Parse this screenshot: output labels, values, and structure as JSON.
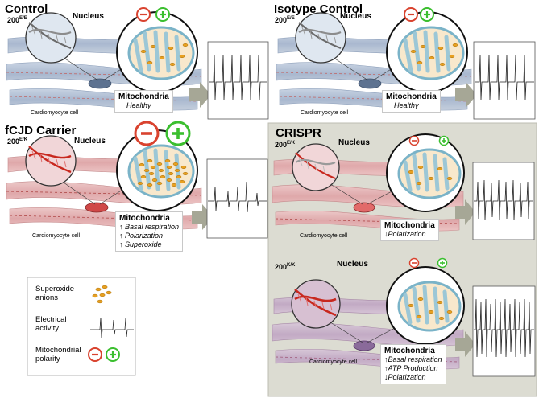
{
  "panels": {
    "control": {
      "title": "Control",
      "genotype": "200",
      "genotype_sup": "E/E",
      "nucleus": "Nucleus",
      "cell_label": "Cardiomyocyte cell",
      "mito_title": "Mitochondria",
      "mito_lines": [
        "Healthy"
      ]
    },
    "isotype": {
      "title": "Isotype Control",
      "genotype": "200",
      "genotype_sup": "E/E",
      "nucleus": "Nucleus",
      "cell_label": "Cardiomyocyte cell",
      "mito_title": "Mitochondria",
      "mito_lines": [
        "Healthy"
      ]
    },
    "fcjd": {
      "title": "fCJD Carrier",
      "genotype": "200",
      "genotype_sup": "E/K",
      "nucleus": "Nucleus",
      "cell_label": "Cardiomyocyte cell",
      "mito_title": "Mitochondria",
      "mito_lines": [
        "Basal respiration",
        "Polarization",
        "Superoxide"
      ],
      "mito_arrows": [
        "↑",
        "↑",
        "↑"
      ]
    },
    "crispr": {
      "title": "CRISPR",
      "ek": {
        "genotype": "200",
        "genotype_sup": "E/K",
        "nucleus": "Nucleus",
        "cell_label": "Cardiomyocyte cell",
        "mito_title": "Mitochondria",
        "mito_lines": [
          "Polarization"
        ],
        "mito_arrows": [
          "↓"
        ]
      },
      "kk": {
        "genotype": "200",
        "genotype_sup": "K/K",
        "nucleus": "Nucleus",
        "cell_label": "Cardiomyocyte cell",
        "mito_title": "Mitochondria",
        "mito_lines": [
          "Basal respiration",
          "ATP Production",
          "Polarization"
        ],
        "mito_arrows": [
          "↑",
          "↑",
          "↓"
        ]
      }
    }
  },
  "legend": {
    "superoxide": [
      "Superoxide",
      "anions"
    ],
    "electrical": [
      "Electrical",
      "activity"
    ],
    "polarity": [
      "Mitochondrial",
      "polarity"
    ]
  },
  "colors": {
    "crispr_bg": "#dcdcd2",
    "minus": "#d9432f",
    "plus": "#3bbf2f",
    "superoxide": "#e8a020",
    "arrow": "#a6a796",
    "dna_red": "#c8281e",
    "mito_membrane": "#7ab3c8"
  }
}
